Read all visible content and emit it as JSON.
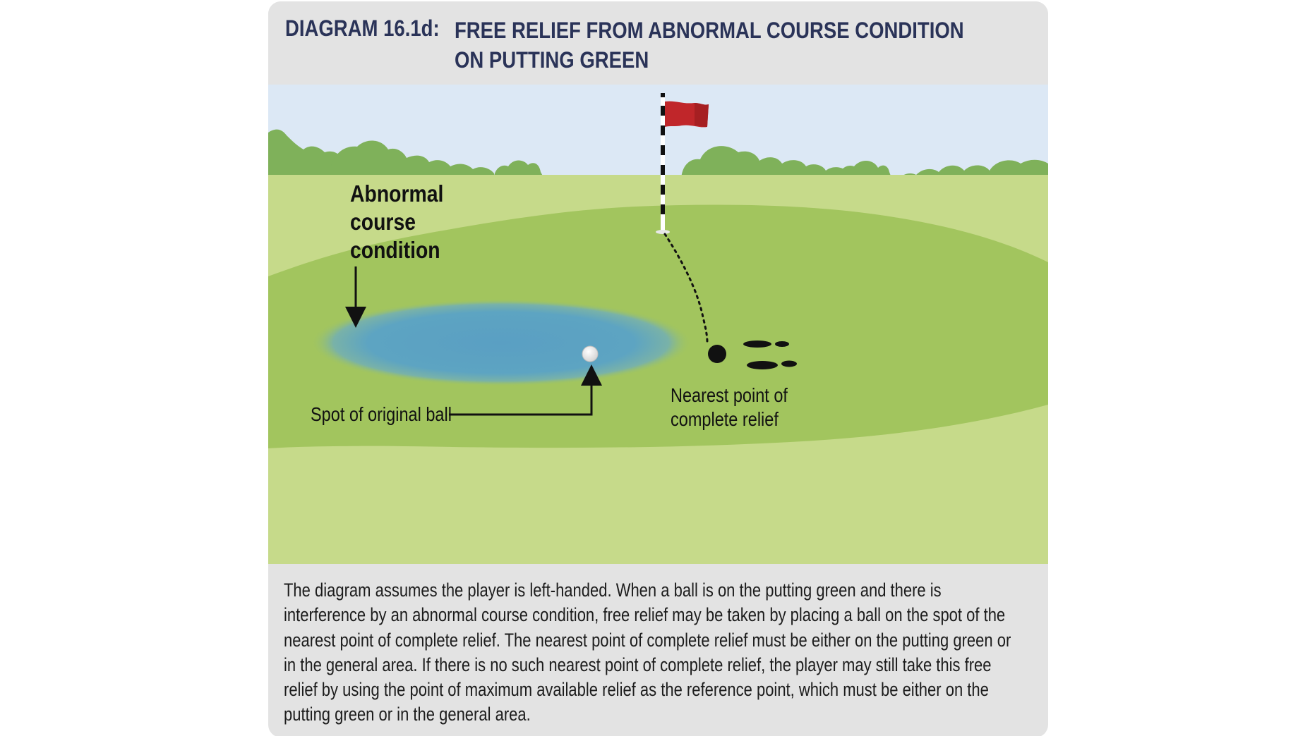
{
  "header": {
    "code": "DIAGRAM 16.1d:",
    "title": "FREE RELIEF FROM ABNORMAL COURSE CONDITION ON PUTTING GREEN"
  },
  "labels": {
    "abnormal_line1": "Abnormal",
    "abnormal_line2": "course",
    "abnormal_line3": "condition",
    "original_ball": "Spot of original ball",
    "nearest_line1": "Nearest point of",
    "nearest_line2": "complete relief"
  },
  "caption": "The diagram assumes the player is left-handed. When a ball is on the putting green and there is interference by an abnormal course condition, free relief may be taken by placing a ball on the spot of the nearest point of complete relief. The nearest point of complete relief must be either on the putting green or in the general area. If there is no such nearest point of complete relief, the player may still take this free relief by using the point of maximum available relief as the reference point, which must be either on the putting green or in the general area.",
  "colors": {
    "sky": "#dce8f5",
    "trees": "#7fb15a",
    "fairway": "#c6da8a",
    "green": "#a2c55e",
    "water": "#5aa2c4",
    "flag": "#c0262a",
    "title": "#2a3358"
  },
  "icons": [
    "flag-icon",
    "ball-icon",
    "footprints-icon",
    "arrow-icon"
  ]
}
